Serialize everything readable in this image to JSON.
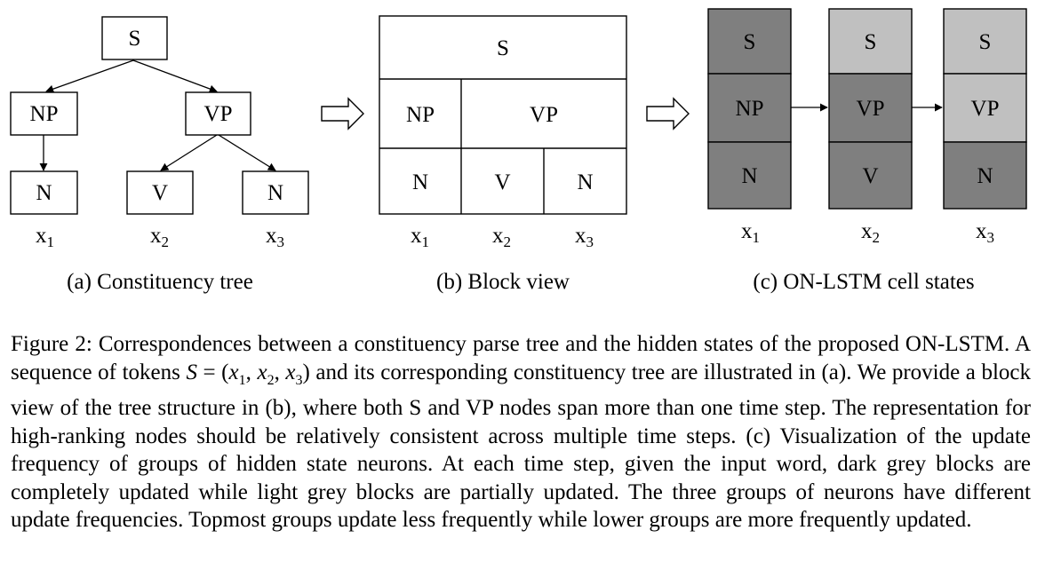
{
  "panels": {
    "tree": {
      "caption": "(a) Constituency tree",
      "nodes": {
        "s": "S",
        "np": "NP",
        "vp": "VP",
        "n1": "N",
        "v": "V",
        "n2": "N"
      },
      "tokens": [
        {
          "base": "x",
          "sub": "1"
        },
        {
          "base": "x",
          "sub": "2"
        },
        {
          "base": "x",
          "sub": "3"
        }
      ]
    },
    "block": {
      "caption": "(b) Block view",
      "cells": {
        "s": "S",
        "np": "NP",
        "vp": "VP",
        "n1": "N",
        "v": "V",
        "n2": "N"
      },
      "tokens": [
        {
          "base": "x",
          "sub": "1"
        },
        {
          "base": "x",
          "sub": "2"
        },
        {
          "base": "x",
          "sub": "3"
        }
      ]
    },
    "cells": {
      "caption": "(c) ON-LSTM cell states",
      "columns": [
        {
          "top": "S",
          "mid": "NP",
          "bot": "N",
          "shades": [
            "dark",
            "dark",
            "dark"
          ]
        },
        {
          "top": "S",
          "mid": "VP",
          "bot": "V",
          "shades": [
            "light",
            "dark",
            "dark"
          ]
        },
        {
          "top": "S",
          "mid": "VP",
          "bot": "N",
          "shades": [
            "light",
            "light",
            "dark"
          ]
        }
      ],
      "tokens": [
        {
          "base": "x",
          "sub": "1"
        },
        {
          "base": "x",
          "sub": "2"
        },
        {
          "base": "x",
          "sub": "3"
        }
      ],
      "colors": {
        "dark": "#7f7f7f",
        "light": "#c0c0c0"
      }
    }
  },
  "caption": {
    "label": "Figure 2:",
    "part1": "Correspondences between a constituency parse tree and the hidden states of the proposed ON-LSTM. A sequence of tokens",
    "math_s": "S",
    "math_eq": " = (",
    "math_x1": "x",
    "math_x1_sub": "1",
    "math_comma1": ", ",
    "math_x2": "x",
    "math_x2_sub": "2",
    "math_comma2": ", ",
    "math_x3": "x",
    "math_x3_sub": "3",
    "math_close": ")",
    "part2": "and its corresponding constituency tree are illustrated in (a). We provide a block view of the tree structure in (b), where both S and VP nodes span more than one time step. The representation for high-ranking nodes should be relatively consistent across multiple time steps. (c) Visualization of the update frequency of groups of hidden state neurons. At each time step, given the input word, dark grey blocks are completely updated while light grey blocks are partially updated. The three groups of neurons have different update frequencies. Topmost groups update less frequently while lower groups are more frequently updated."
  }
}
